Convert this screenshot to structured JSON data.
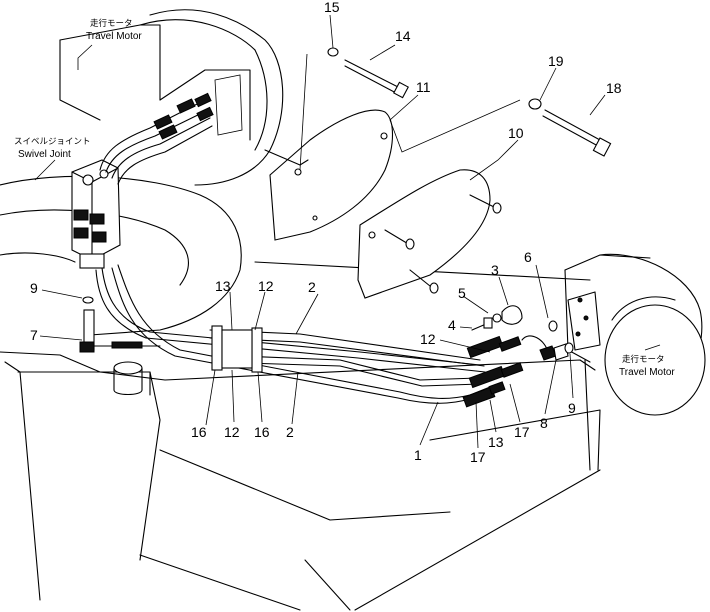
{
  "labels": {
    "travel_motor_jp": "走行モータ",
    "travel_motor_en": "Travel Motor",
    "swivel_joint_jp": "スイベルジョイント",
    "swivel_joint_en": "Swivel Joint"
  },
  "callouts": {
    "c1": "1",
    "c2a": "2",
    "c2b": "2",
    "c3": "3",
    "c4": "4",
    "c5": "5",
    "c6": "6",
    "c7": "7",
    "c8": "8",
    "c9a": "9",
    "c9b": "9",
    "c10": "10",
    "c11": "11",
    "c12a": "12",
    "c12b": "12",
    "c12c": "12",
    "c13a": "13",
    "c13b": "13",
    "c14": "14",
    "c15": "15",
    "c16a": "16",
    "c16b": "16",
    "c17a": "17",
    "c17b": "17",
    "c18": "18",
    "c19": "19"
  }
}
